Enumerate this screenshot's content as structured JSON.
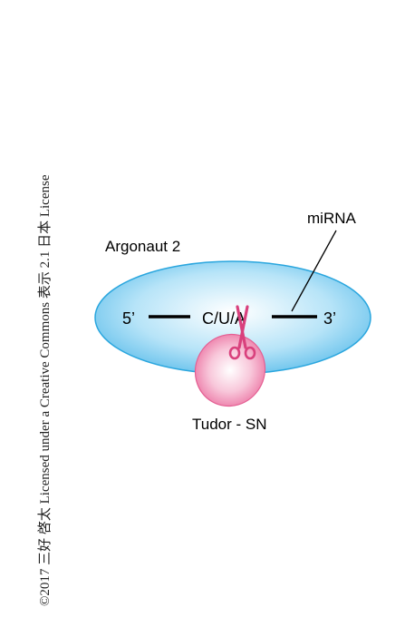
{
  "credit": "©2017 三好 啓太 Licensed under a Creative Commons 表示 2.1 日本 License",
  "labels": {
    "argonaute": "Argonaut 2",
    "mirna": "miRNA",
    "five_prime": "5’",
    "three_prime": "3’",
    "cleavage_site": "C/U/A",
    "tudor_sn": "Tudor - SN"
  },
  "colors": {
    "argonaute_fill": "#8dd3f3",
    "argonaute_stroke": "#2aa6de",
    "tudor_fill": "#f7b8d1",
    "tudor_stroke": "#e45e92",
    "scissors": "#d9417d",
    "rna_line": "#000000"
  },
  "icons": {
    "cleavage": "scissors-icon"
  }
}
